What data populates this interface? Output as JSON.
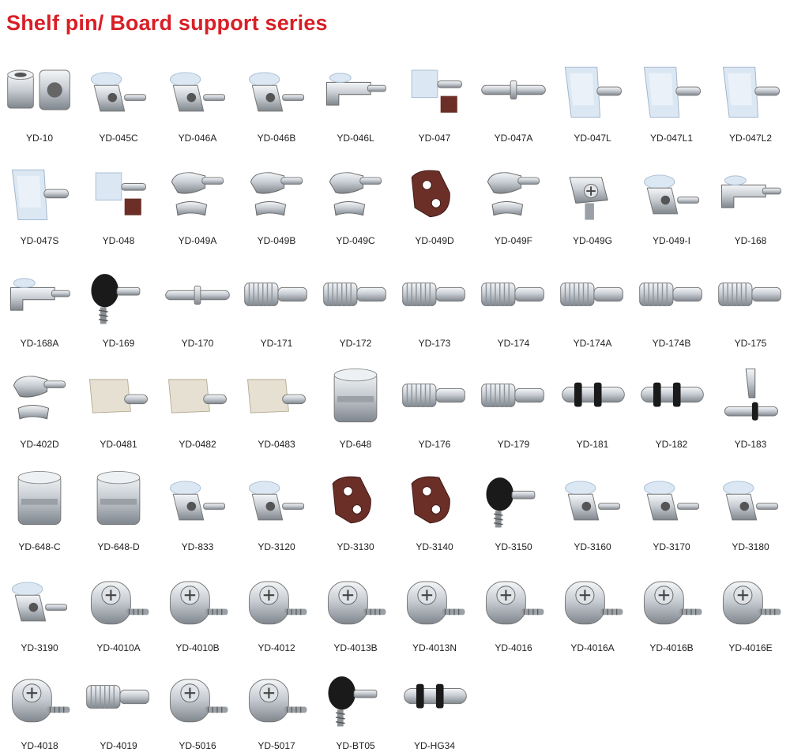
{
  "title": "Shelf pin/ Board support series",
  "colors": {
    "title": "#d81f26",
    "chrome": "#c9ced4",
    "clear": "#dbe7f2",
    "brown": "#6b2f28",
    "brass": "#c9a441",
    "black": "#1a1a1a",
    "ivory": "#ece6c6",
    "grey": "#8c9096"
  },
  "items": [
    {
      "code": "YD-10",
      "icon": "bushing-icon"
    },
    {
      "code": "YD-045C",
      "icon": "suction-support-icon"
    },
    {
      "code": "YD-046A",
      "icon": "suction-support-icon"
    },
    {
      "code": "YD-046B",
      "icon": "suction-support-icon"
    },
    {
      "code": "YD-046L",
      "icon": "l-bracket-pin-icon"
    },
    {
      "code": "YD-047",
      "icon": "plastic-pin-icon"
    },
    {
      "code": "YD-047A",
      "icon": "straight-pin-icon"
    },
    {
      "code": "YD-047L",
      "icon": "clear-support-icon"
    },
    {
      "code": "YD-047L1",
      "icon": "clear-support-icon"
    },
    {
      "code": "YD-047L2",
      "icon": "clear-support-icon"
    },
    {
      "code": "YD-047S",
      "icon": "clear-support-icon"
    },
    {
      "code": "YD-048",
      "icon": "plastic-pin-icon"
    },
    {
      "code": "YD-049A",
      "icon": "spoon-pin-icon"
    },
    {
      "code": "YD-049B",
      "icon": "spoon-pin-icon"
    },
    {
      "code": "YD-049C",
      "icon": "spoon-pin-icon"
    },
    {
      "code": "YD-049D",
      "icon": "angle-bracket-icon"
    },
    {
      "code": "YD-049F",
      "icon": "spoon-pin-icon"
    },
    {
      "code": "YD-049G",
      "icon": "screw-support-icon"
    },
    {
      "code": "YD-049-I",
      "icon": "suction-support-icon"
    },
    {
      "code": "YD-168",
      "icon": "l-bracket-pin-icon"
    },
    {
      "code": "YD-168A",
      "icon": "l-bracket-pin-icon"
    },
    {
      "code": "YD-169",
      "icon": "screw-pin-icon"
    },
    {
      "code": "YD-170",
      "icon": "straight-pin-icon"
    },
    {
      "code": "YD-171",
      "icon": "knurled-pin-icon"
    },
    {
      "code": "YD-172",
      "icon": "knurled-pin-icon"
    },
    {
      "code": "YD-173",
      "icon": "knurled-pin-icon"
    },
    {
      "code": "YD-174",
      "icon": "knurled-pin-icon"
    },
    {
      "code": "YD-174A",
      "icon": "knurled-pin-icon"
    },
    {
      "code": "YD-174B",
      "icon": "knurled-pin-icon"
    },
    {
      "code": "YD-175",
      "icon": "knurled-pin-icon"
    },
    {
      "code": "YD-402D",
      "icon": "spoon-pin-icon"
    },
    {
      "code": "YD-0481",
      "icon": "plastic-block-icon"
    },
    {
      "code": "YD-0482",
      "icon": "plastic-block-icon"
    },
    {
      "code": "YD-0483",
      "icon": "plastic-block-icon"
    },
    {
      "code": "YD-648",
      "icon": "standoff-icon"
    },
    {
      "code": "YD-176",
      "icon": "knurled-pin-icon"
    },
    {
      "code": "YD-179",
      "icon": "knurled-pin-icon"
    },
    {
      "code": "YD-181",
      "icon": "ringed-pin-icon"
    },
    {
      "code": "YD-182",
      "icon": "ringed-pin-icon"
    },
    {
      "code": "YD-183",
      "icon": "clip-pin-icon"
    },
    {
      "code": "YD-648-C",
      "icon": "standoff-icon"
    },
    {
      "code": "YD-648-D",
      "icon": "standoff-icon"
    },
    {
      "code": "YD-833",
      "icon": "suction-support-icon"
    },
    {
      "code": "YD-3120",
      "icon": "suction-support-icon"
    },
    {
      "code": "YD-3130",
      "icon": "angle-bracket-icon"
    },
    {
      "code": "YD-3140",
      "icon": "angle-bracket-icon"
    },
    {
      "code": "YD-3150",
      "icon": "screw-pin-icon"
    },
    {
      "code": "YD-3160",
      "icon": "suction-support-icon"
    },
    {
      "code": "YD-3170",
      "icon": "suction-support-icon"
    },
    {
      "code": "YD-3180",
      "icon": "suction-support-icon"
    },
    {
      "code": "YD-3190",
      "icon": "suction-support-icon"
    },
    {
      "code": "YD-4010A",
      "icon": "cam-lock-icon"
    },
    {
      "code": "YD-4010B",
      "icon": "cam-lock-icon"
    },
    {
      "code": "YD-4012",
      "icon": "cam-lock-icon"
    },
    {
      "code": "YD-4013B",
      "icon": "cam-lock-icon"
    },
    {
      "code": "YD-4013N",
      "icon": "cam-lock-icon"
    },
    {
      "code": "YD-4016",
      "icon": "cam-lock-icon"
    },
    {
      "code": "YD-4016A",
      "icon": "cam-lock-icon"
    },
    {
      "code": "YD-4016B",
      "icon": "cam-lock-icon"
    },
    {
      "code": "YD-4016E",
      "icon": "cam-lock-icon"
    },
    {
      "code": "YD-4018",
      "icon": "cam-lock-icon"
    },
    {
      "code": "YD-4019",
      "icon": "knurled-pin-icon"
    },
    {
      "code": "YD-5016",
      "icon": "cam-lock-icon"
    },
    {
      "code": "YD-5017",
      "icon": "cam-lock-icon"
    },
    {
      "code": "YD-BT05",
      "icon": "screw-pin-icon"
    },
    {
      "code": "YD-HG34",
      "icon": "ringed-pin-icon"
    }
  ]
}
